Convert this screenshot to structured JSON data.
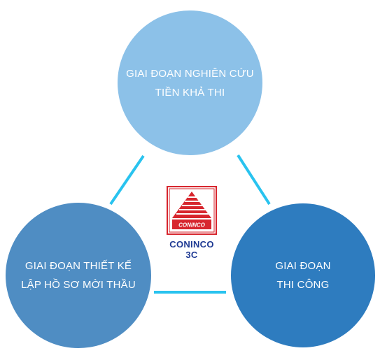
{
  "diagram": {
    "stages": [
      {
        "label": "GIAI ĐOẠN NGHIÊN CỨU\nTIỀN KHẢ THI",
        "color": "#8cc1e8"
      },
      {
        "label": "GIAI ĐOẠN THIẾT KẾ\nLẬP HỒ SƠ MỜI THẦU",
        "color": "#4f8dc3"
      },
      {
        "label": "GIAI ĐOẠN\nTHI CÔNG",
        "color": "#2e7cbf"
      }
    ],
    "connector_color": "#29c3ef"
  },
  "logo": {
    "mark_text": "CONINCO",
    "name": "CONINCO 3C",
    "brand_red": "#d7262e",
    "brand_blue": "#1f3a93"
  }
}
